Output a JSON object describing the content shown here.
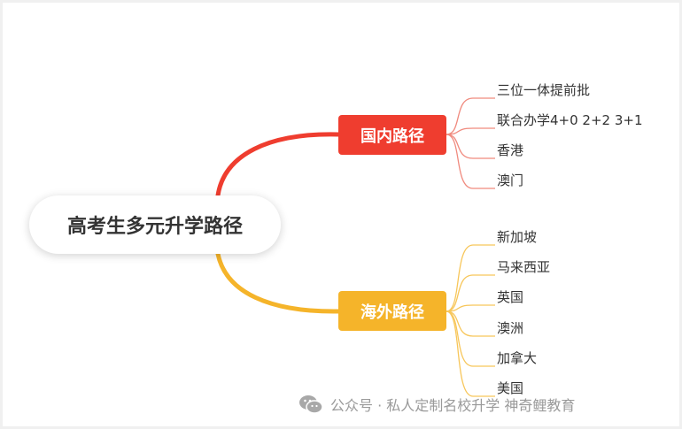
{
  "colors": {
    "domestic": "#ef3d2f",
    "overseas": "#f5b42a",
    "domestic_leaf_line": "#f08a7e",
    "overseas_leaf_line": "#f7c65a"
  },
  "root": {
    "label": "高考生多元升学路径"
  },
  "branches": [
    {
      "label": "国内路径",
      "items": [
        "三位一体提前批",
        "联合办学4+0 2+2 3+1",
        "香港",
        "澳门"
      ]
    },
    {
      "label": "海外路径",
      "items": [
        "新加坡",
        "马来西亚",
        "英国",
        "澳洲",
        "加拿大",
        "美国"
      ]
    }
  ],
  "watermark": {
    "icon": "wechat-icon",
    "text": "公众号 · 私人定制名校升学 神奇鲤教育"
  }
}
